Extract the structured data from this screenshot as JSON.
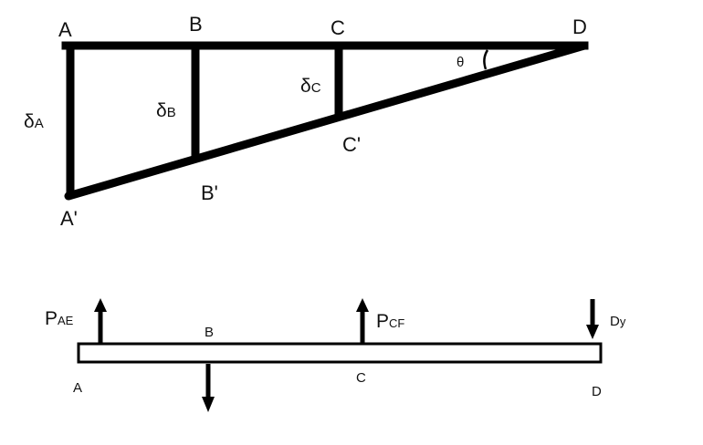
{
  "deflection_diagram": {
    "points": {
      "a": "A",
      "b": "B",
      "c": "C",
      "d": "D",
      "a_prime": "A'",
      "b_prime": "B'",
      "c_prime": "C'"
    },
    "deflections": {
      "a": {
        "symbol": "δ",
        "sub": "A"
      },
      "b": {
        "symbol": "δ",
        "sub": "B"
      },
      "c": {
        "symbol": "δ",
        "sub": "C"
      }
    },
    "angle": "θ"
  },
  "free_body_diagram": {
    "points": {
      "a": "A",
      "b": "B",
      "c": "C",
      "d": "D"
    },
    "forces": {
      "p_ae": {
        "symbol": "P",
        "sub": "AE"
      },
      "p_cf": {
        "symbol": "P",
        "sub": "CF"
      },
      "d_y": {
        "symbol": "D",
        "sub": "y"
      }
    }
  },
  "colors": {
    "ink": "#000000",
    "background": "#ffffff"
  }
}
